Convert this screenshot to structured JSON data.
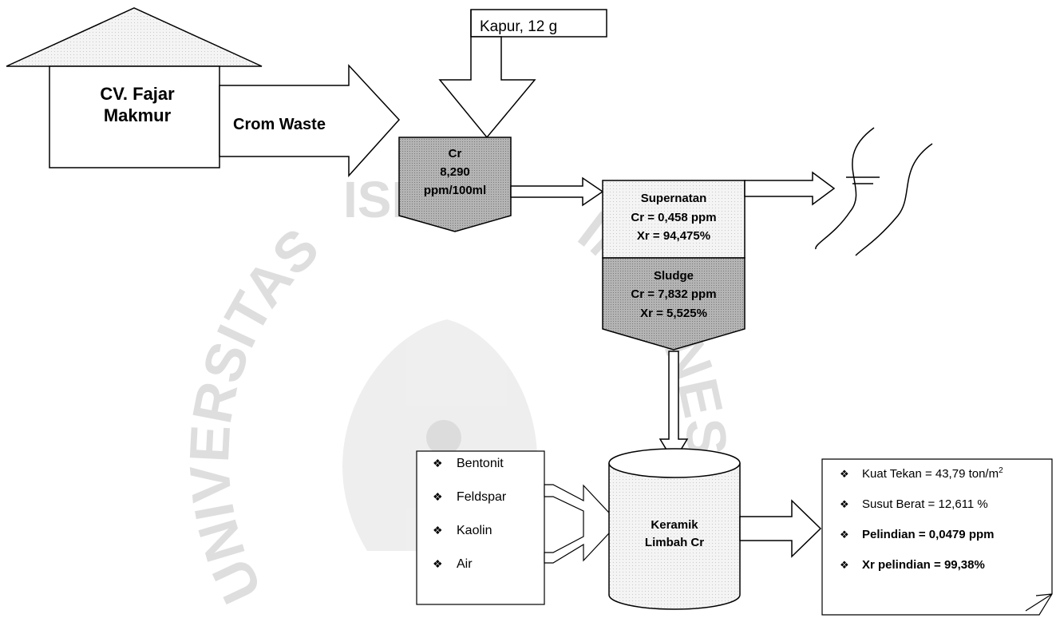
{
  "watermark": {
    "top_text": "ISLAM",
    "left_arc_text": "UNIVERSITAS",
    "right_arc_text": "INDONESIA"
  },
  "factory": {
    "name_line1": "CV. Fajar",
    "name_line2": "Makmur"
  },
  "kapur": {
    "label": "Kapur, 12 g"
  },
  "crom_waste": {
    "label": "Crom Waste"
  },
  "reactor": {
    "line1": "Cr",
    "line2": "8,290",
    "line3": "ppm/100ml"
  },
  "supernatan": {
    "title": "Supernatan",
    "cr": "Cr = 0,458 ppm",
    "xr": "Xr = 94,475%"
  },
  "sludge": {
    "title": "Sludge",
    "cr": "Cr = 7,832 ppm",
    "xr": "Xr = 5,525%"
  },
  "additives": {
    "items": [
      "Bentonit",
      "Feldspar",
      "Kaolin",
      "Air"
    ]
  },
  "ceramic": {
    "line1": "Keramik",
    "line2": "Limbah Cr"
  },
  "results": {
    "items": [
      {
        "text": "Kuat Tekan = 43,79 ton/m",
        "sup": "2",
        "bold": false
      },
      {
        "text": "Susut Berat = 12,611 %",
        "sup": "",
        "bold": false
      },
      {
        "text": "Pelindian = 0,0479 ppm",
        "sup": "",
        "bold": true
      },
      {
        "text": "Xr pelindian = 99,38%",
        "sup": "",
        "bold": true
      }
    ]
  },
  "colors": {
    "shaded_fill": "#a9a9a9",
    "light_fill": "#f0f0f0",
    "stroke": "#000000",
    "watermark": "#d9d9d9"
  }
}
